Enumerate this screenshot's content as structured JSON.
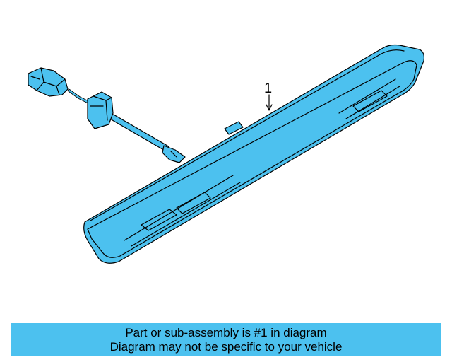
{
  "diagram": {
    "callout_number": "1",
    "part_color": "#4cc1ef",
    "outline_color": "#000000"
  },
  "banner": {
    "line1": "Part or sub-assembly is #1 in diagram",
    "line2": "Diagram may not be specific to your vehicle",
    "background": "#4cc1ef"
  }
}
